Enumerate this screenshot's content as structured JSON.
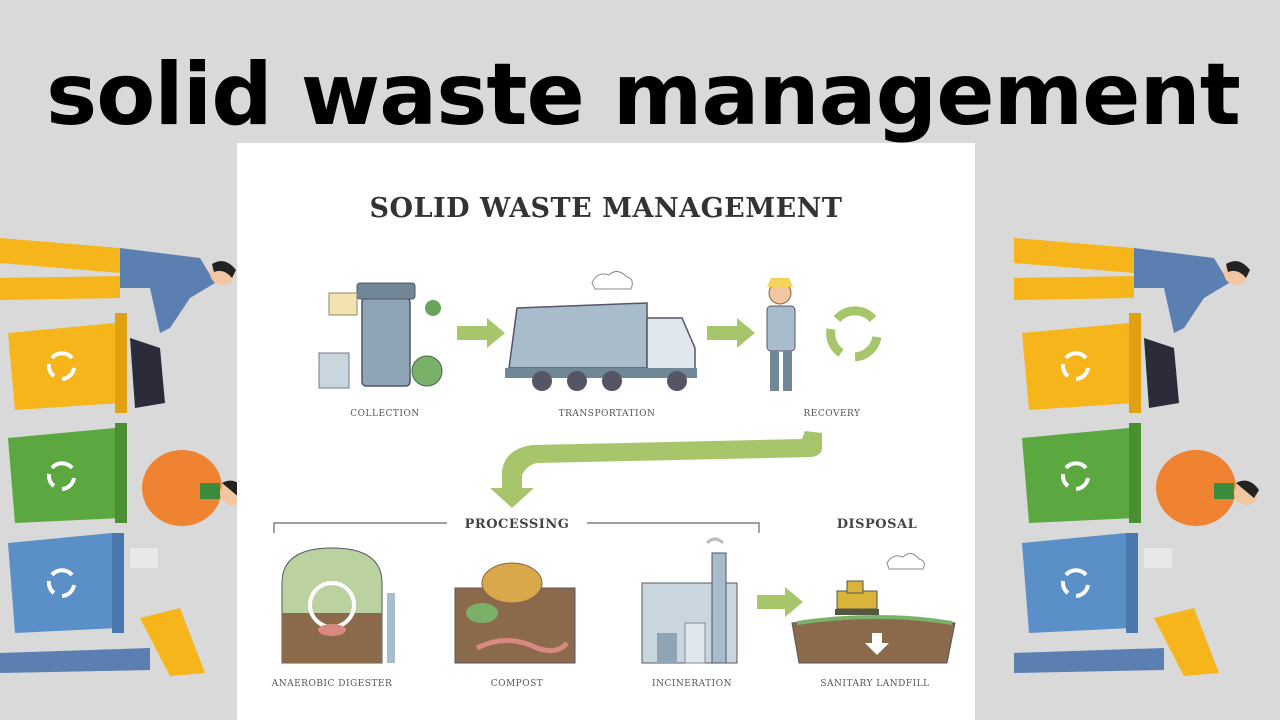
{
  "headline": "solid waste management",
  "diagram": {
    "title": "SOLID WASTE MANAGEMENT",
    "stages": {
      "collection": "COLLECTION",
      "transportation": "TRANSPORTATION",
      "recovery": "RECOVERY"
    },
    "sections": {
      "processing": "PROCESSING",
      "disposal": "DISPOSAL"
    },
    "processes": {
      "anaerobic": "ANAEROBIC DIGESTER",
      "compost": "COMPOST",
      "incineration": "INCINERATION",
      "landfill": "SANITARY LANDFILL"
    }
  },
  "colors": {
    "background": "#d9d9d9",
    "arrow_green": "#a7c66c",
    "bin_yellow": "#f5b51b",
    "bin_green": "#5aa83f",
    "bin_blue": "#5b8fc7",
    "shirt_blue": "#5a7fb0",
    "shirt_orange": "#f08332"
  },
  "icons": [
    "recycle-icon",
    "garbage-truck-icon",
    "waste-bin-icon",
    "factory-icon",
    "bulldozer-icon"
  ]
}
